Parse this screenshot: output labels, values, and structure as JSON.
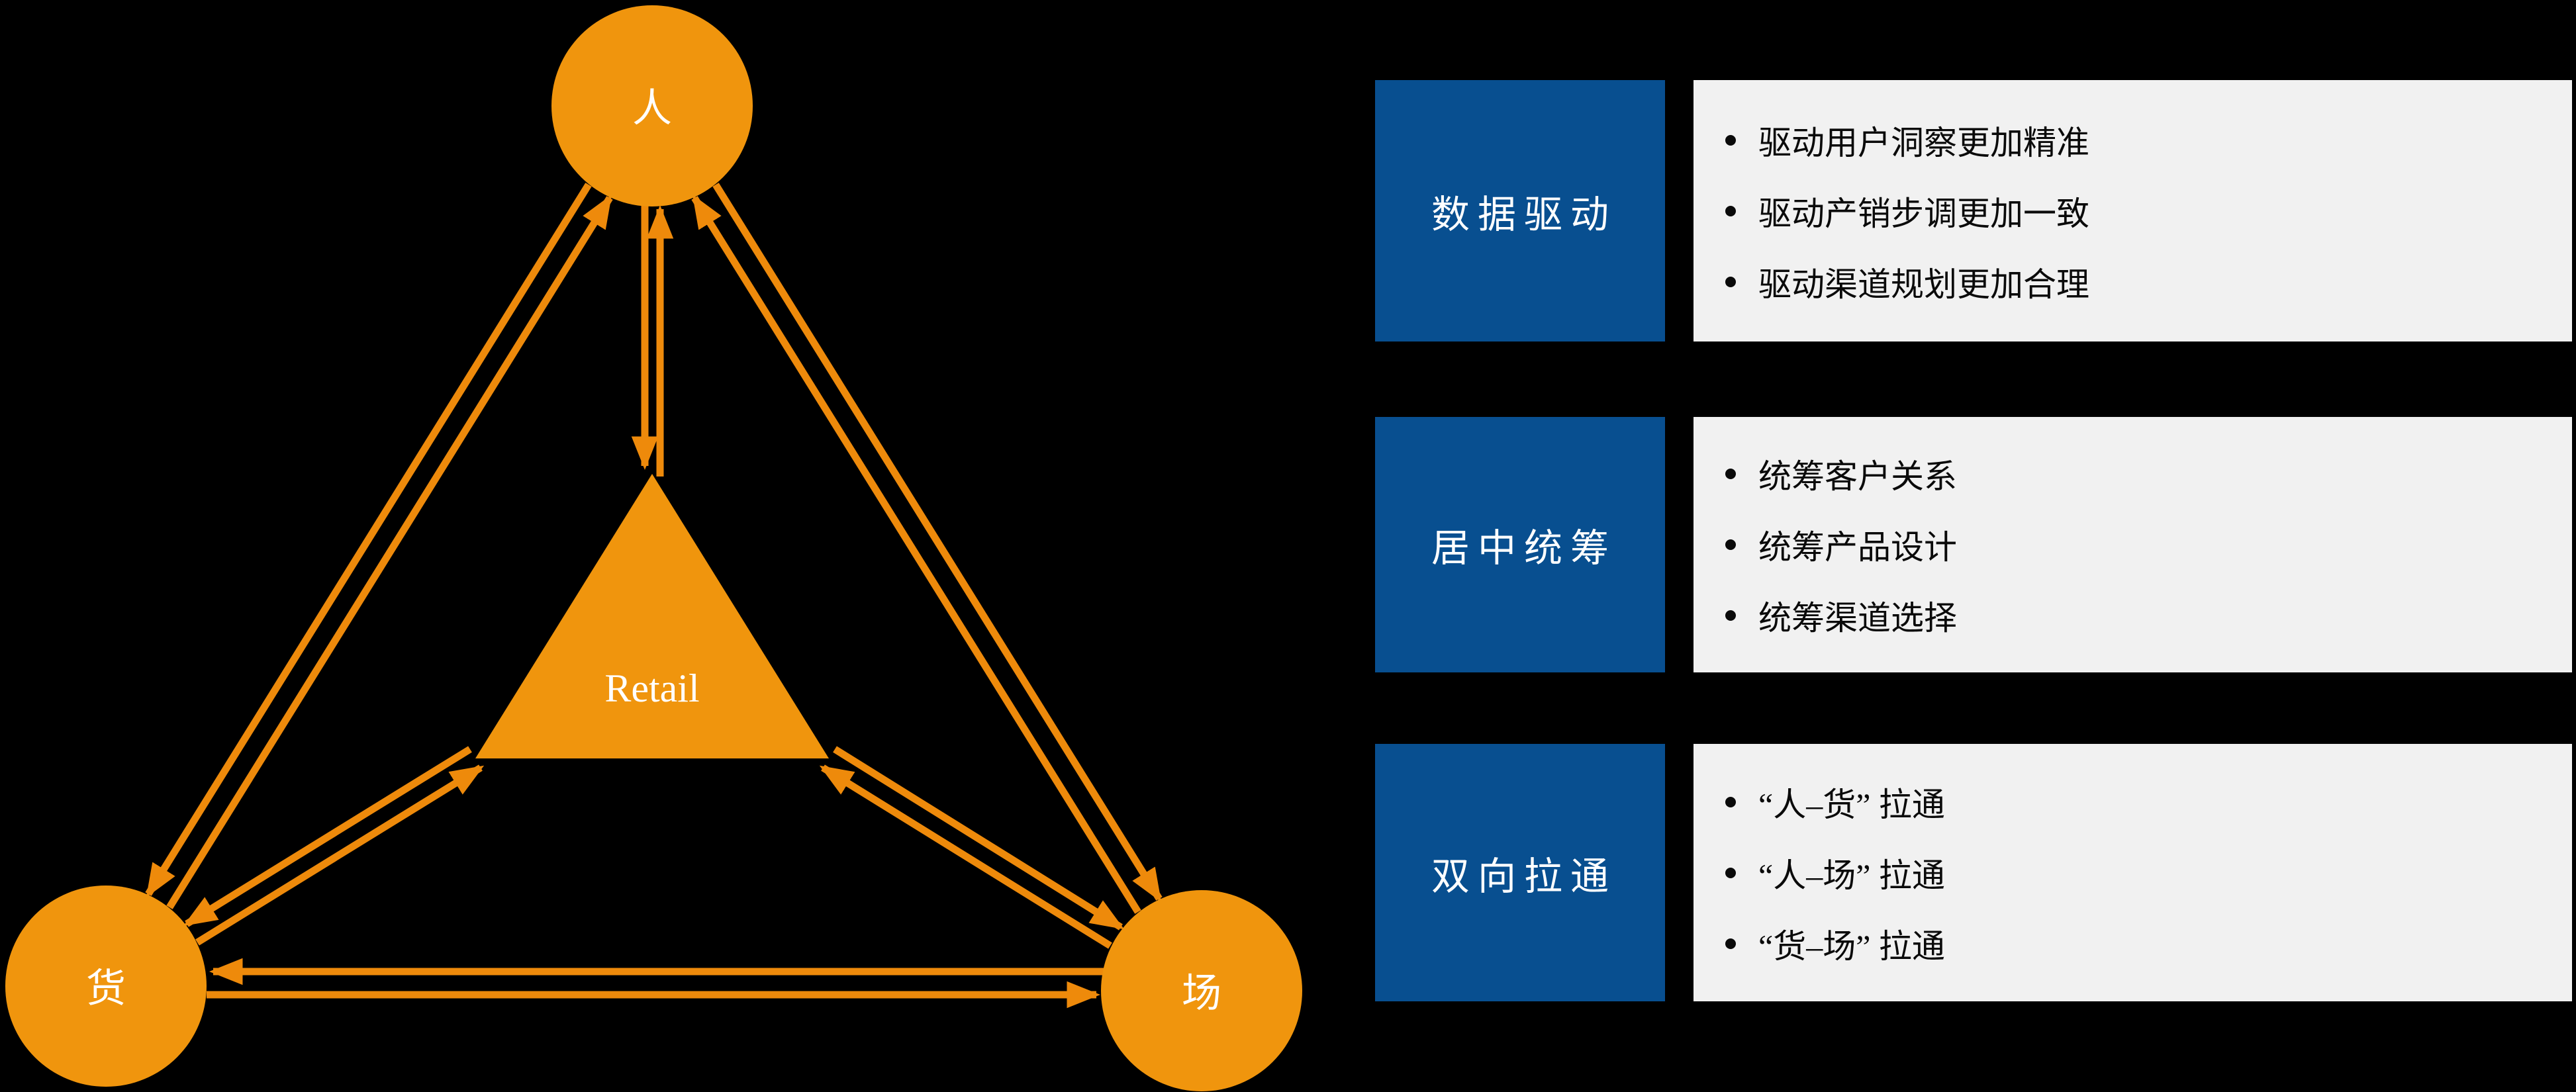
{
  "colors": {
    "bg": "#000000",
    "orange": "#F0950D",
    "arrow": "#EE8A0B",
    "blue": "#084F90",
    "gray": "#F1F1F1",
    "white": "#FFFFFF",
    "black": "#0A0A0A"
  },
  "diagram": {
    "node_top": "人",
    "node_bottom_left": "货",
    "node_bottom_right": "场",
    "node_center": "Retail"
  },
  "panel": {
    "rows": [
      {
        "title": "数据驱动",
        "bullets": [
          "驱动用户洞察更加精准",
          "驱动产销步调更加一致",
          "驱动渠道规划更加合理"
        ]
      },
      {
        "title": "居中统筹",
        "bullets": [
          "统筹客户关系",
          "统筹产品设计",
          "统筹渠道选择"
        ]
      },
      {
        "title": "双向拉通",
        "bullets": [
          "“人–货” 拉通",
          "“人–场” 拉通",
          "“货–场” 拉通"
        ]
      }
    ]
  }
}
